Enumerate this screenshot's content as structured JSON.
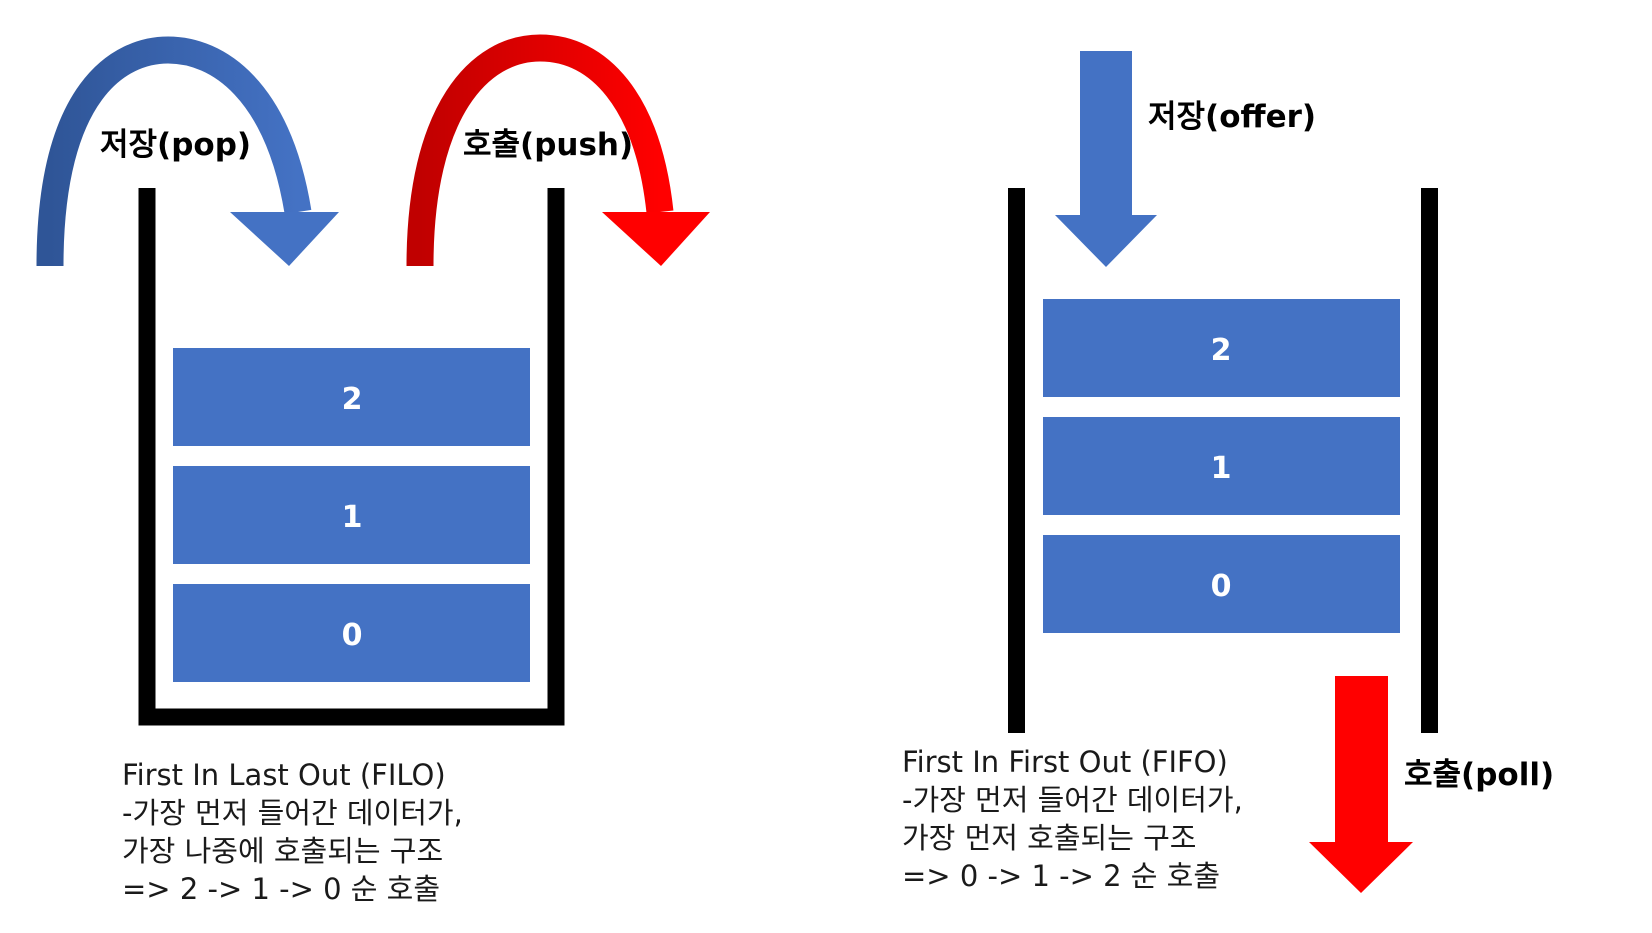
{
  "colors": {
    "block": "#4472c4",
    "call_arrow": "#ff0000",
    "store_arrow": "#4472c4",
    "wall": "#000000"
  },
  "stack": {
    "store_label": "저장(pop)",
    "call_label": "호출(push)",
    "blocks": [
      "2",
      "1",
      "0"
    ],
    "caption": [
      "First In Last Out (FILO)",
      "-가장 먼저 들어간 데이터가,",
      "가장 나중에 호출되는 구조",
      "=> 2 -> 1 -> 0 순 호출"
    ]
  },
  "queue": {
    "store_label": "저장(offer)",
    "call_label": "호출(poll)",
    "blocks": [
      "2",
      "1",
      "0"
    ],
    "caption": [
      "First In First Out (FIFO)",
      "-가장 먼저 들어간 데이터가,",
      "가장 먼저 호출되는 구조",
      "=> 0 -> 1 -> 2 순 호출"
    ]
  }
}
